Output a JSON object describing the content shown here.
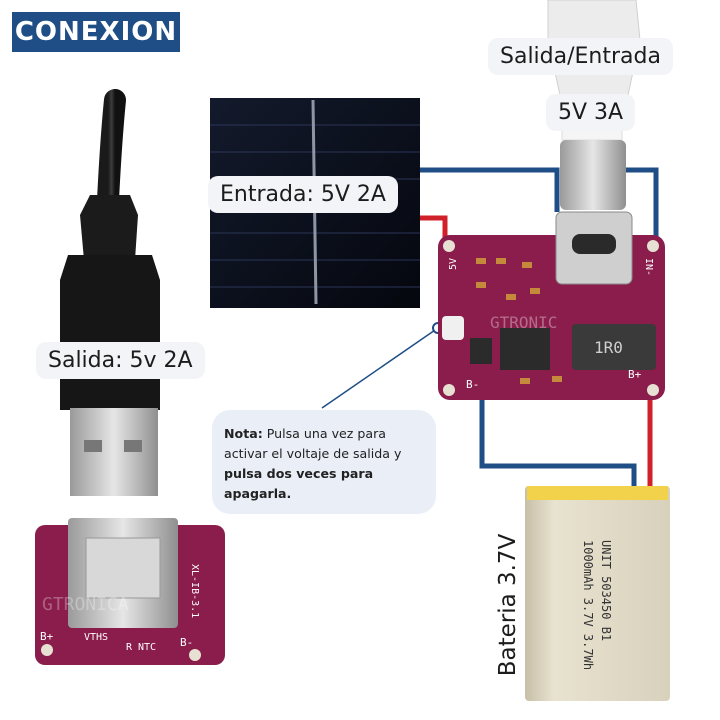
{
  "title": "CONEXION",
  "labels": {
    "usb_c_io": "Salida/Entrada",
    "usb_c_rating": "5V 3A",
    "solar_input": "Entrada: 5V 2A",
    "usb_a_output": "Salida: 5v 2A",
    "battery": "Bateria 3.7V"
  },
  "note": {
    "prefix": "Nota:",
    "text_1": " Pulsa una vez para activar el voltaje de salida y ",
    "bold_2": "pulsa dos veces para apagarla."
  },
  "board_main": {
    "pad_left": "5V",
    "pad_right": "IN-",
    "pad_b_minus": "B-",
    "pad_b_plus": "B+",
    "inductor": "1R0",
    "watermark": "GTRONIC"
  },
  "board_usb": {
    "pad_b_plus": "B+",
    "pad_b_minus": "B-",
    "vths": "VTHS",
    "ntc": "NTC",
    "r": "R",
    "model": "XL-IB-3.1",
    "watermark": "GTRONICA"
  },
  "battery": {
    "line_1": "UNIT 503450 B1",
    "line_2": "1000mAh 3.7V 3.7Wh"
  },
  "colors": {
    "badge": "#1f4e86",
    "wire_blue": "#1f4e86",
    "wire_red": "#d0202a",
    "pcb": "#8a1d4c",
    "battery": "#f2d24a"
  }
}
